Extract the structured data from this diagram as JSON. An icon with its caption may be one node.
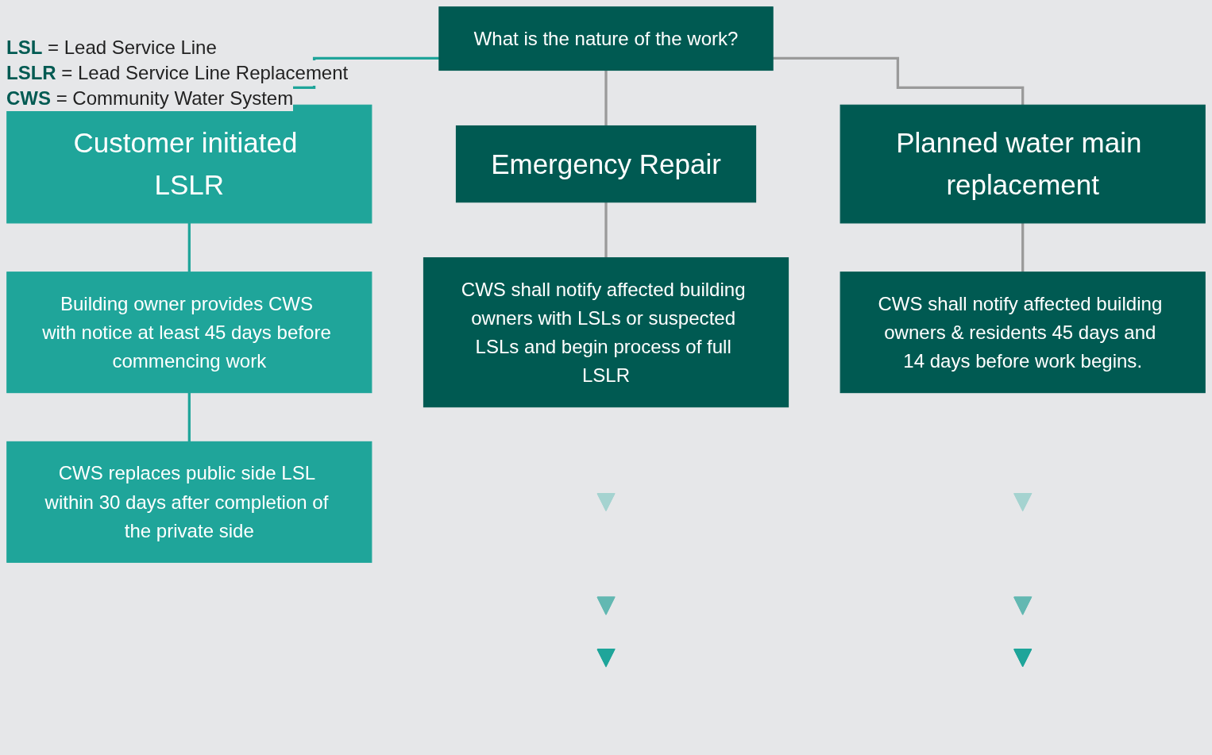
{
  "diagram": {
    "nodes": [
      {
        "text": [
          "What is the nature of the work?"
        ]
      },
      {
        "text": [
          "Emergency Repair"
        ]
      },
      {
        "text": [
          "Planned water main replacement"
        ]
      },
      {
        "text": [
          "Customer initiated LSLR"
        ]
      },
      {
        "text": [
          "CWS shall notify affected building owners with LSLs or suspected LSLs and begin process of full LSLR"
        ]
      },
      {
        "text": [
          "CWS shall notify affected building owners & residents 45 days and 14 days before work begins."
        ]
      },
      {
        "text": [
          "Building owner provides CWS with notice at least 45 days before commencing work"
        ]
      },
      {
        "text": [
          "CWS replaces public side LSL within 30 days after completion of the private side"
        ]
      },
      {
        "text": [],
        "shape": "triangle"
      },
      {
        "text": [],
        "shape": "triangle"
      },
      {
        "text": [],
        "shape": "triangle"
      },
      {
        "text": [],
        "shape": "triangle"
      },
      {
        "text": [],
        "shape": "triangle"
      },
      {
        "text": [],
        "shape": "triangle"
      }
    ],
    "edges": [
      {
        "from": 0,
        "to": 1,
        "arrow": "none"
      },
      {
        "from": 0,
        "to": 2,
        "arrow": "none"
      },
      {
        "from": 0,
        "to": 3,
        "arrow": "none",
        "color": "#1fa59a"
      },
      {
        "from": 1,
        "to": 4,
        "arrow": "none"
      },
      {
        "from": 2,
        "to": 5,
        "arrow": "none"
      },
      {
        "from": 3,
        "to": 6,
        "arrow": "none",
        "color": "#1fa59a"
      },
      {
        "from": 6,
        "to": 7,
        "arrow": "none",
        "color": "#1fa59a"
      }
    ],
    "labels": [
      "**LSL** = Lead Service Line",
      "**LSLR** = Lead Service Line Replacement",
      "**CWS** = Community Water System"
    ]
  }
}
